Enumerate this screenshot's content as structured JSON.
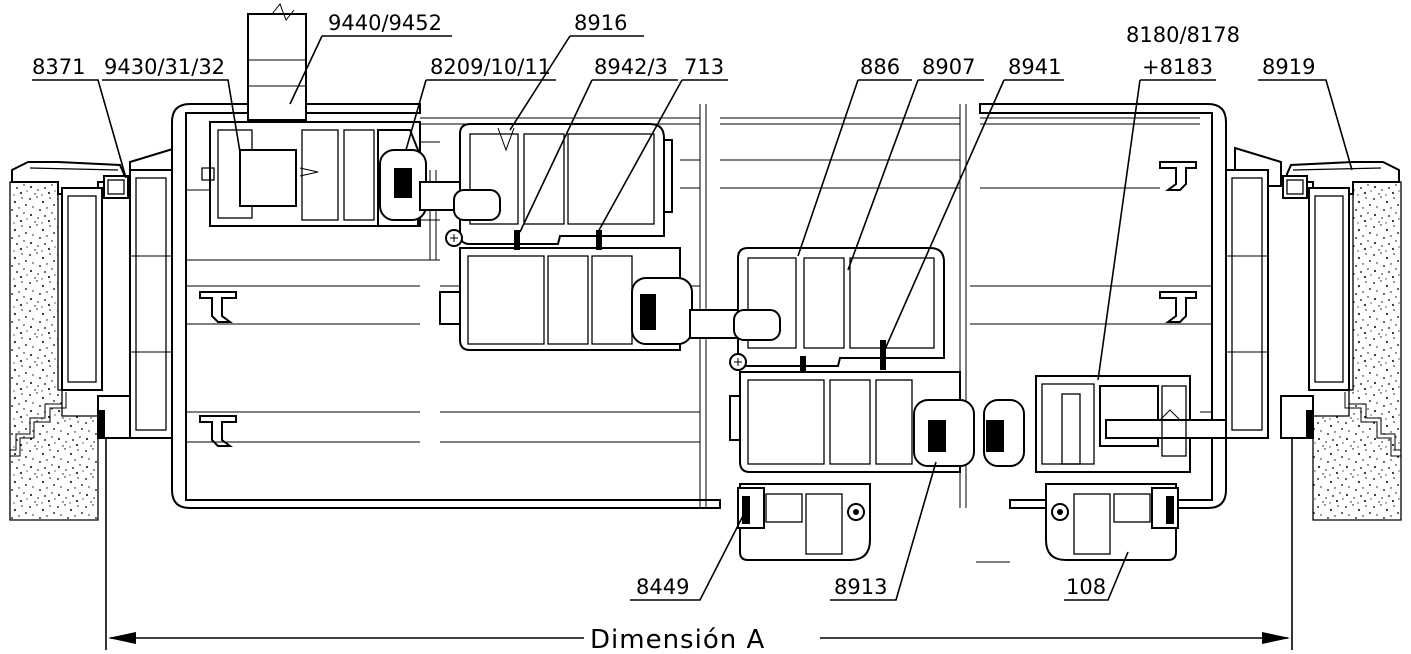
{
  "labels": {
    "l8371": "8371",
    "l9430": "9430/31/32",
    "l9440": "9440/9452",
    "l8209": "8209/10/11",
    "l8916": "8916",
    "l8942": "8942/3",
    "l713": "713",
    "l886": "886",
    "l8907": "8907",
    "l8941": "8941",
    "l8180a": "8180/8178",
    "l8180b": "+8183",
    "l8919": "8919",
    "l8449": "8449",
    "l8913": "8913",
    "l108": "108"
  },
  "dimension": {
    "label": "Dimensión A"
  },
  "colors": {
    "line": "#000000",
    "background": "#ffffff"
  }
}
